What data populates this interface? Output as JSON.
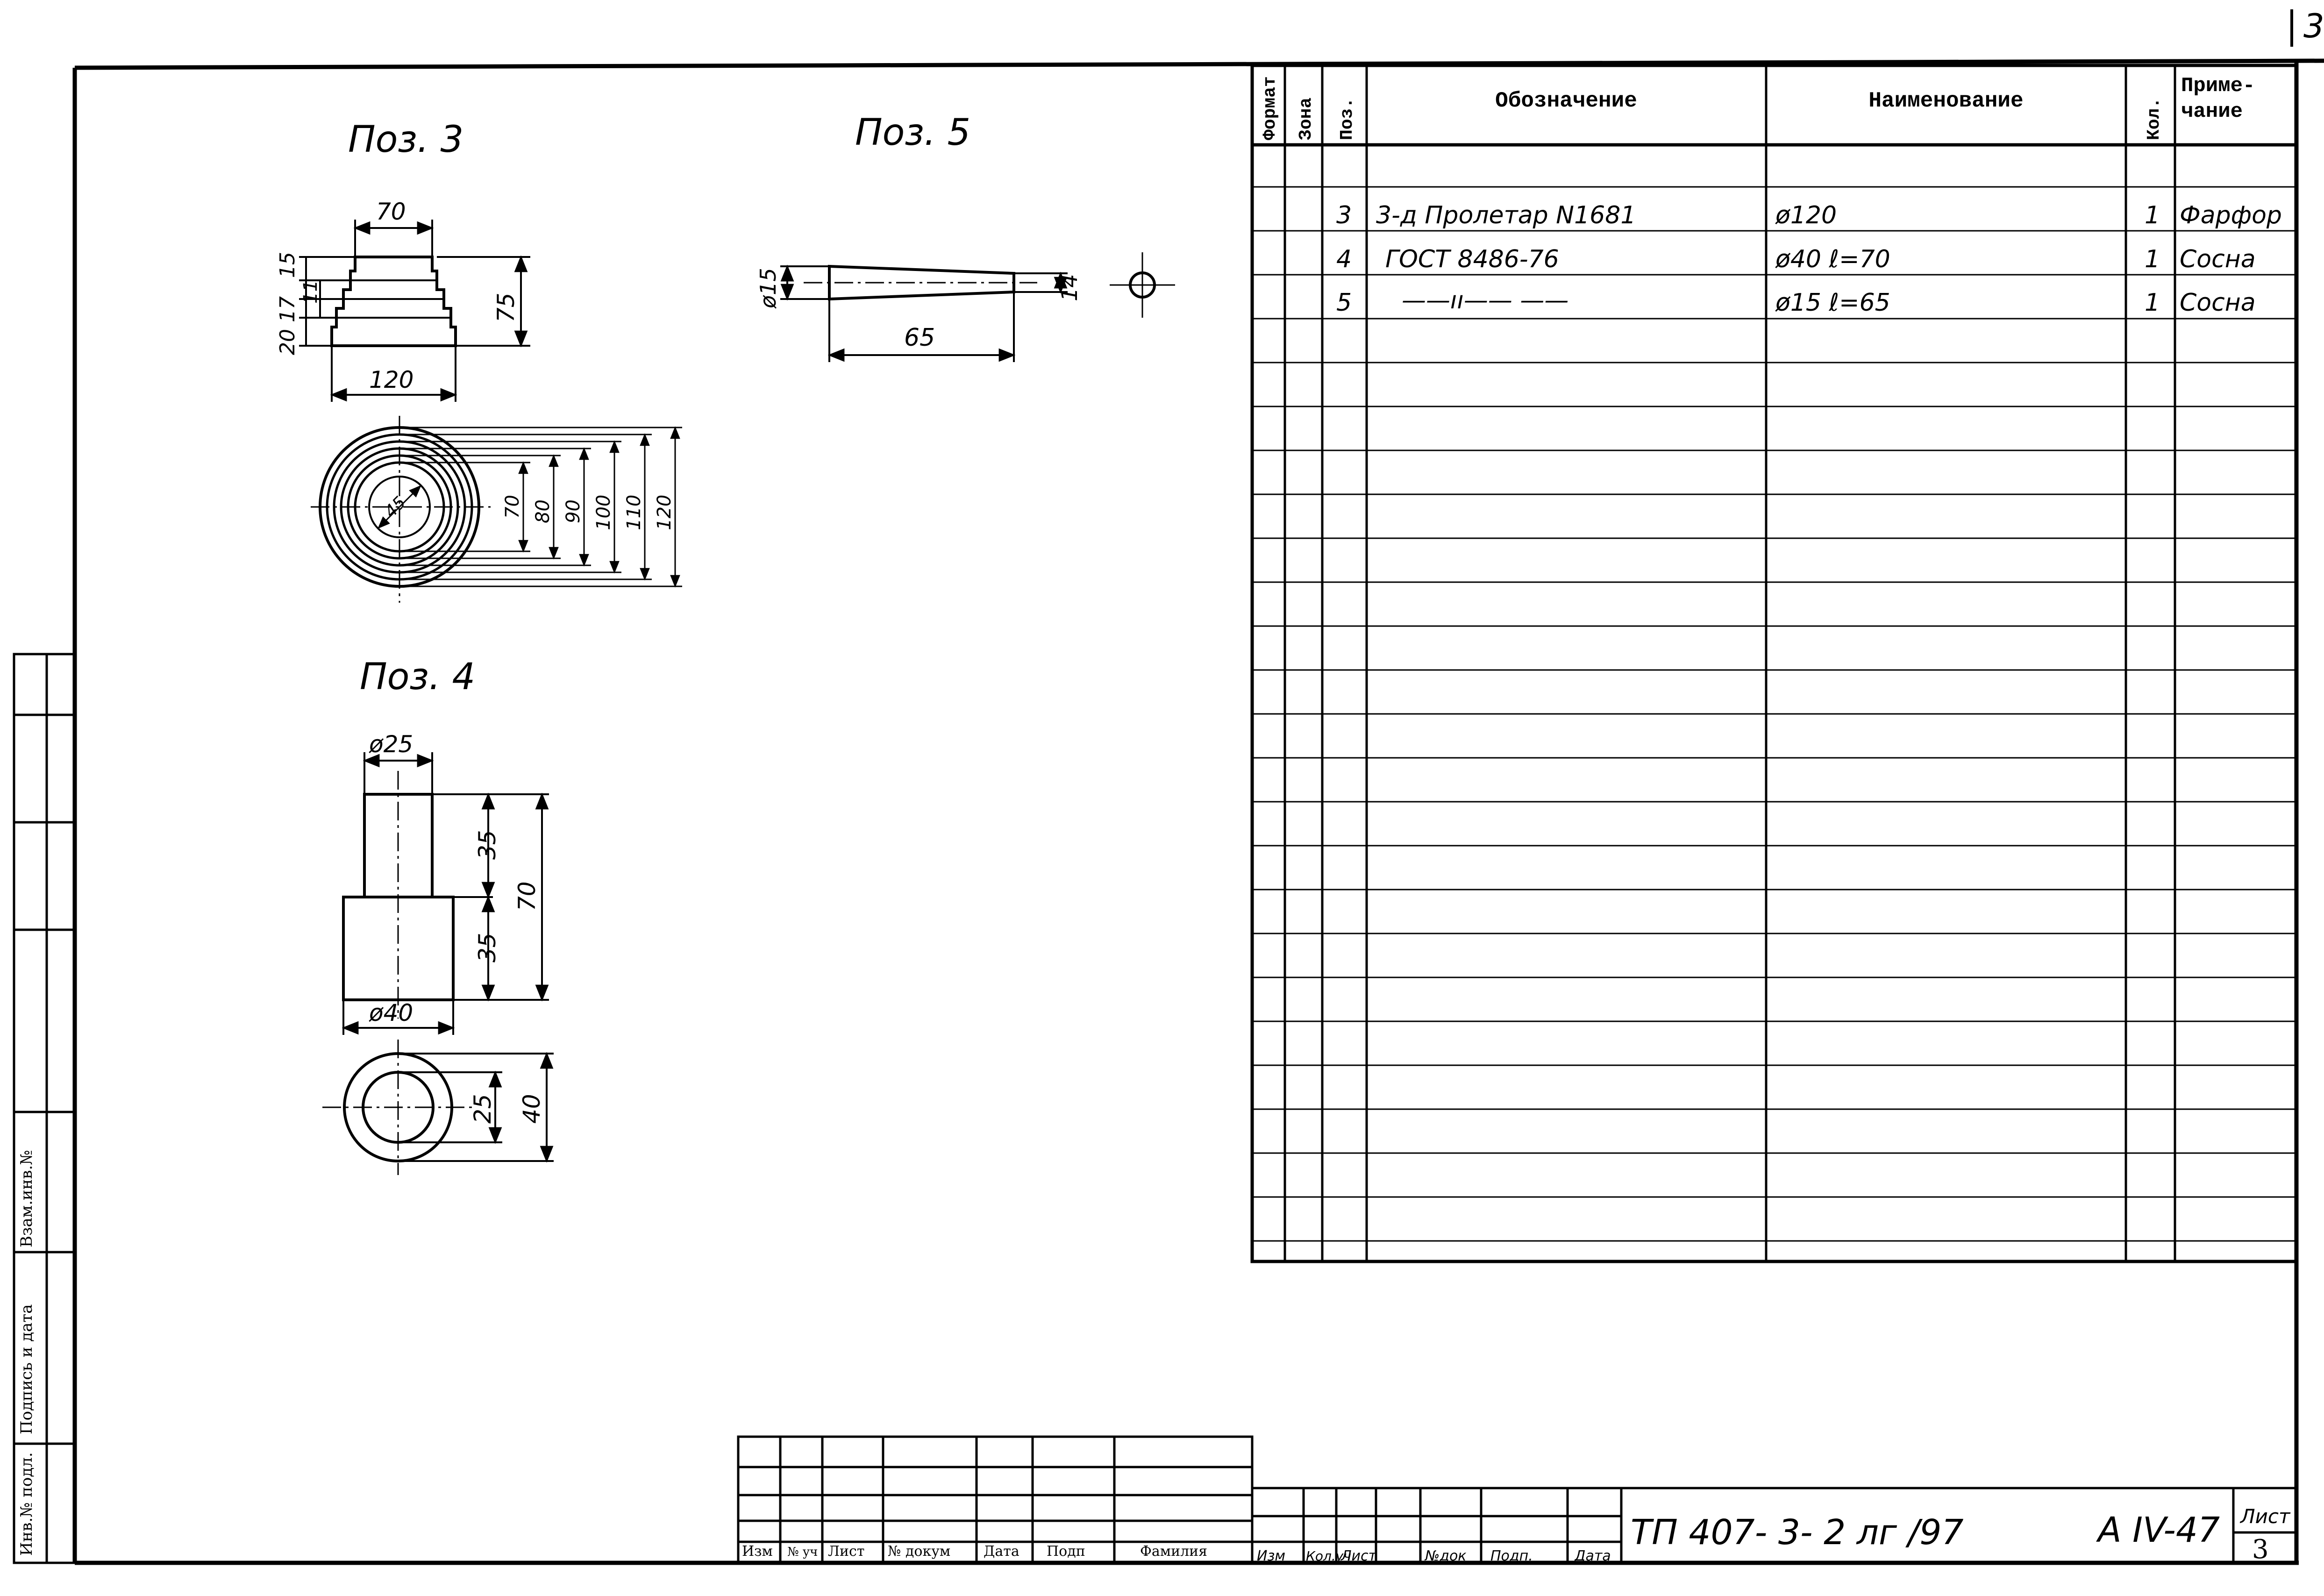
{
  "sheet_corner_number": "3",
  "spec_table": {
    "headers": {
      "format": "Формат",
      "zone": "Зона",
      "pos": "Поз.",
      "designation": "Обозначение",
      "name": "Наименование",
      "qty": "Кол.",
      "note_line1": "Приме-",
      "note_line2": "чание"
    },
    "rows": [
      {
        "pos": "3",
        "designation": "3-д Пролетар N1681",
        "name": "ø120",
        "qty": "1",
        "note": "Фарфор"
      },
      {
        "pos": "4",
        "designation": "ГОСТ 8486-76",
        "name": "ø40  ℓ=70",
        "qty": "1",
        "note": "Сосна"
      },
      {
        "pos": "5",
        "designation": "——ıı——  ——",
        "name": "ø15  ℓ=65",
        "qty": "1",
        "note": "Сосна"
      }
    ]
  },
  "views": {
    "pos3": {
      "title": "Поз. 3",
      "dims": {
        "top_width": "70",
        "h15": "15",
        "h11": "11",
        "h17": "17",
        "h20": "20",
        "total_height": "75",
        "base_width": "120",
        "diameter_45": "45"
      },
      "ring_dims": [
        "70",
        "80",
        "90",
        "100",
        "110",
        "120"
      ]
    },
    "pos4": {
      "title": "Поз. 4",
      "dims": {
        "d_top": "ø25",
        "h_upper": "35",
        "h_lower": "35",
        "total": "70",
        "d_bottom": "ø40",
        "plan_inner": "25",
        "plan_outer": "40"
      }
    },
    "pos5": {
      "title": "Поз. 5",
      "dims": {
        "d_left": "ø15",
        "d_right": "14",
        "length": "65"
      }
    }
  },
  "left_stamp": {
    "labels": [
      "Взам.инв.№",
      "Подпись и дата",
      "Инв.№ подл."
    ]
  },
  "title_block": {
    "col_labels_left": [
      "Изм",
      "№ уч",
      "Лист",
      "№ докум",
      "Дата",
      "Подп",
      "Фамилия"
    ],
    "col_labels_right": [
      "Изм",
      "Кол.уч",
      "Лист",
      "№док",
      "Подп.",
      "Дата"
    ],
    "designation": "ТП 407- 3- 2 лг /97",
    "album": "А IV-47",
    "sheet_label": "Лист",
    "sheet_number": "3"
  }
}
